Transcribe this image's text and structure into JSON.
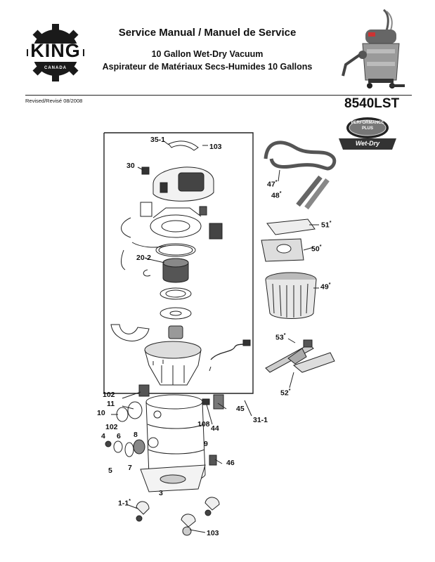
{
  "header": {
    "brand": "KING",
    "brand_sub": "CANADA",
    "title": "Service Manual / Manuel de Service",
    "subtitle_en": "10 Gallon Wet-Dry Vacuum",
    "subtitle_fr": "Aspirateur de Matériaux Secs-Humides 10 Gallons",
    "revised": "Revised/Revisé 08/2008",
    "model": "8540LST",
    "badge_top": "PERFORMANCE PLUS",
    "badge_bottom": "Wet-Dry"
  },
  "parts": {
    "p35_1": "35-1",
    "p103a": "103",
    "p30": "30",
    "p20_2": "20-2",
    "p47": "47",
    "p48": "48",
    "p51": "51",
    "p50": "50",
    "p49": "49",
    "p53": "53",
    "p52": "52",
    "p102a": "102",
    "p11": "11",
    "p10": "10",
    "p102b": "102",
    "p4": "4",
    "p6": "6",
    "p8": "8",
    "p5": "5",
    "p7": "7",
    "p9": "9",
    "p108": "108",
    "p44": "44",
    "p45": "45",
    "p31_1": "31-1",
    "p46": "46",
    "p3": "3",
    "p1_1": "1-1",
    "p103b": "103",
    "asterisk": "*"
  }
}
